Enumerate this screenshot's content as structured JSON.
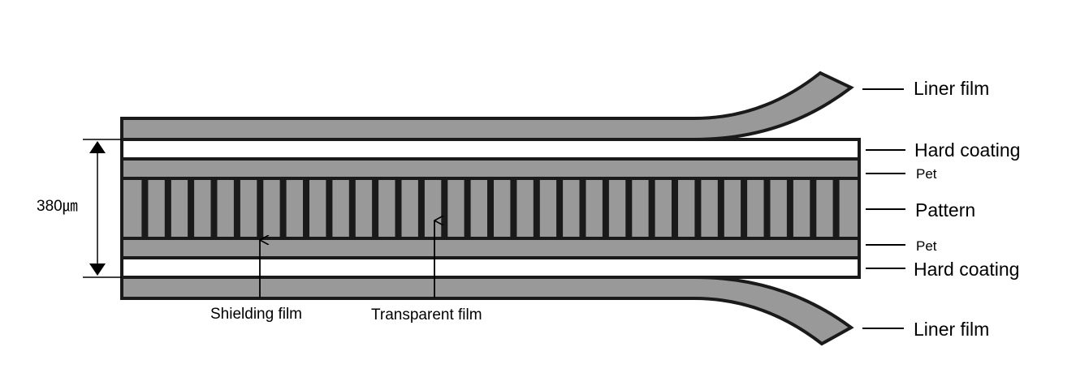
{
  "diagram": {
    "colors": {
      "film_fill": "#999999",
      "stroke": "#1a1a1a",
      "coating_fill": "#ffffff"
    },
    "pattern": {
      "stripe_count": 32
    },
    "labels": {
      "liner_top": "Liner film",
      "hard_coating_top": "Hard coating",
      "pet_top": "Pet",
      "pattern": "Pattern",
      "pet_bottom": "Pet",
      "hard_coating_bottom": "Hard coating",
      "liner_bottom": "Liner film"
    },
    "thickness": "380㎛",
    "callouts": {
      "shielding": "Shielding film",
      "transparent": "Transparent film"
    }
  }
}
